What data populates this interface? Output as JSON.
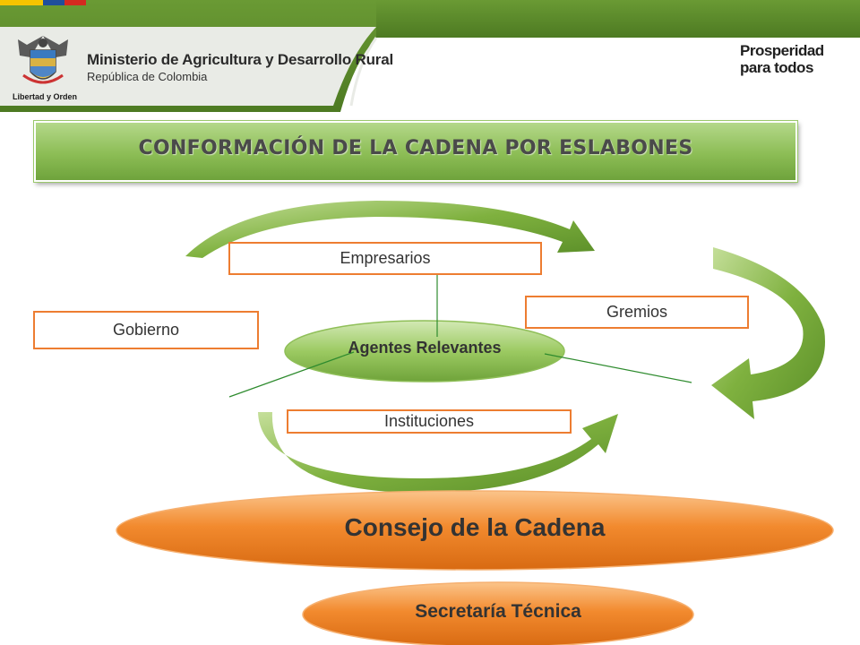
{
  "header": {
    "ministry": "Ministerio de Agricultura y Desarrollo Rural",
    "republic": "República de Colombia",
    "motto": "Libertad y Orden",
    "brand_line1": "Prosperidad",
    "brand_line2": "para todos",
    "colors": {
      "green_band": "#5b8a2a",
      "brand_yellow": "#f5c400",
      "brand_blue": "#1f4e9c",
      "brand_red": "#d42a20"
    }
  },
  "banner": {
    "title": "CONFORMACIÓN DE LA CADENA POR ESLABONES"
  },
  "diagram": {
    "center": "Agentes Relevantes",
    "boxes": {
      "empresarios": "Empresarios",
      "gremios": "Gremios",
      "gobierno": "Gobierno",
      "instituciones": "Instituciones"
    },
    "cycle_arrow_color": "#7aaa3a",
    "box_border_color": "#ed7d31",
    "connector_color": "#2e8b2e"
  },
  "consejo": {
    "label": "Consejo de la Cadena"
  },
  "secretaria": {
    "label": "Secretaría Técnica"
  }
}
